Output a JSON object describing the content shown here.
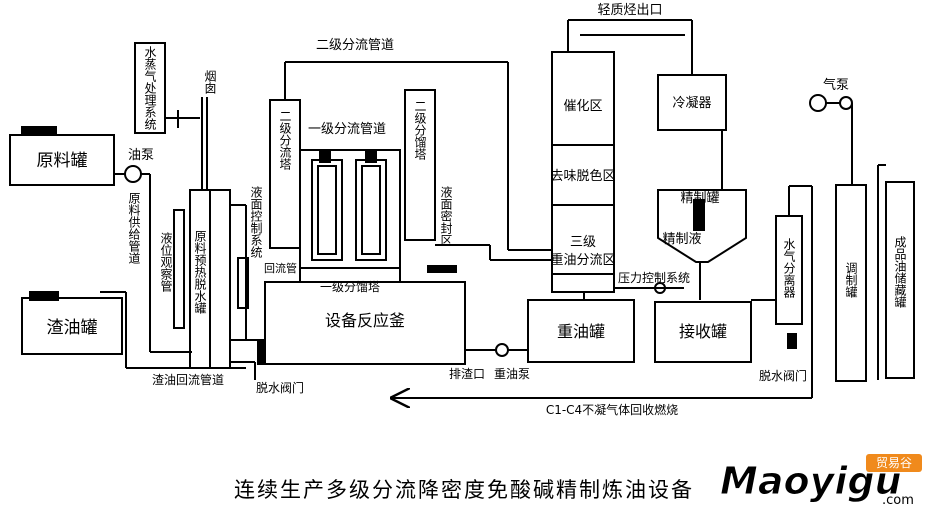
{
  "diagram": {
    "tanks": {
      "feed_tank": "原料罐",
      "residue_tank": "渣油罐",
      "reactor": "设备反应釜",
      "heavy_oil_tank": "重油罐",
      "receiving_tank": "接收罐",
      "refined_tank": "精制罐",
      "refined_liquid": "精制液",
      "condenser": "冷凝器",
      "product_tank": "成品油储藏罐",
      "blend_tank": "调制罐"
    },
    "towers": {
      "left": "二级分流塔",
      "right": "二级分馏塔",
      "preheat": "原料预热脱水罐",
      "water_separator": "水气分离器",
      "steam_system": "水蒸气处理系统",
      "level_gauge": "液位观察管",
      "level_control": "液面控制系统",
      "level_seal": "液面密封区",
      "feed_pipe": "原料供给管道",
      "chimney": "烟囱"
    },
    "column": {
      "zone1": "催化区",
      "zone2": "去味脱色区",
      "zone3a": "三级",
      "zone3b": "重油分流区"
    },
    "labels": {
      "oil_pump": "油泵",
      "reflux_pipe": "回流管",
      "primary_tower": "一级分馏塔",
      "primary_pipe": "一级分流管道",
      "secondary_pipe": "二级分流管道",
      "light_outlet": "轻质烃出口",
      "air_pump": "气泵",
      "pressure_control": "压力控制系统",
      "heavy_pump": "重油泵",
      "slag_outlet": "排渣口",
      "residue_return": "渣油回流管道",
      "drain_valve_left": "脱水阀门",
      "drain_valve_right": "脱水阀门",
      "gas_recycle": "C1-C4不凝气体回收燃烧"
    },
    "caption": "连续生产多级分流降密度免酸碱精制炼油设备"
  },
  "watermark": {
    "text": "Maoyigu",
    "badge": "贸易谷",
    "url": ".com",
    "accent": "#f08a1c"
  }
}
